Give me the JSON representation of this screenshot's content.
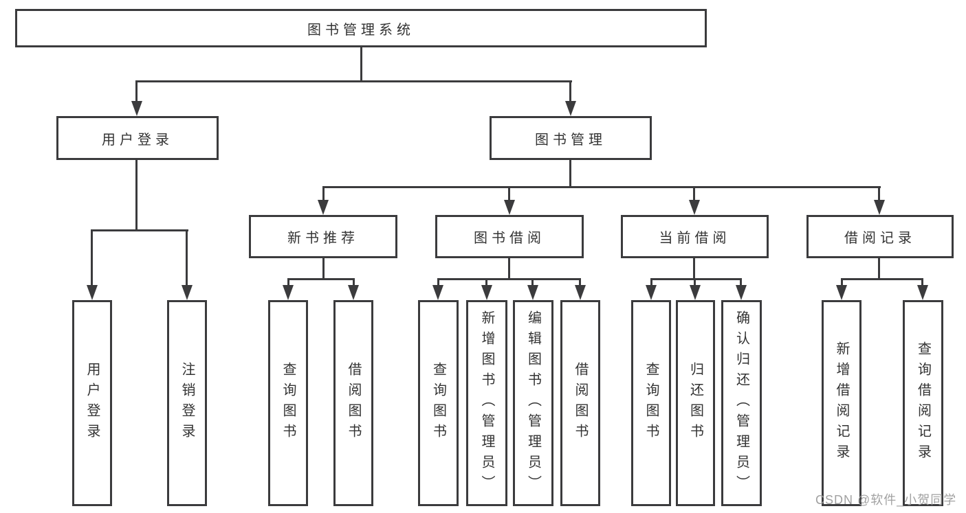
{
  "diagram": {
    "type": "tree",
    "root": {
      "label": "图书管理系统",
      "children": [
        {
          "label": "用户登录",
          "children": [
            {
              "label": "用户登录"
            },
            {
              "label": "注销登录"
            }
          ]
        },
        {
          "label": "图书管理",
          "children": [
            {
              "label": "新书推荐",
              "children": [
                {
                  "label": "查询图书"
                },
                {
                  "label": "借阅图书"
                }
              ]
            },
            {
              "label": "图书借阅",
              "children": [
                {
                  "label": "查询图书"
                },
                {
                  "label": "新增图书（管理员）"
                },
                {
                  "label": "编辑图书（管理员）"
                },
                {
                  "label": "借阅图书"
                }
              ]
            },
            {
              "label": "当前借阅",
              "children": [
                {
                  "label": "查询图书"
                },
                {
                  "label": "归还图书"
                },
                {
                  "label": "确认归还（管理员）"
                }
              ]
            },
            {
              "label": "借阅记录",
              "children": [
                {
                  "label": "新增借阅记录"
                },
                {
                  "label": "查询借阅记录"
                }
              ]
            }
          ]
        }
      ]
    }
  },
  "watermark": {
    "text": "CSDN @软件_小贺同学"
  },
  "colors": {
    "line": "#3b3b3d",
    "text": "#333333",
    "watermark": "#9c9c9c",
    "background": "#ffffff"
  }
}
